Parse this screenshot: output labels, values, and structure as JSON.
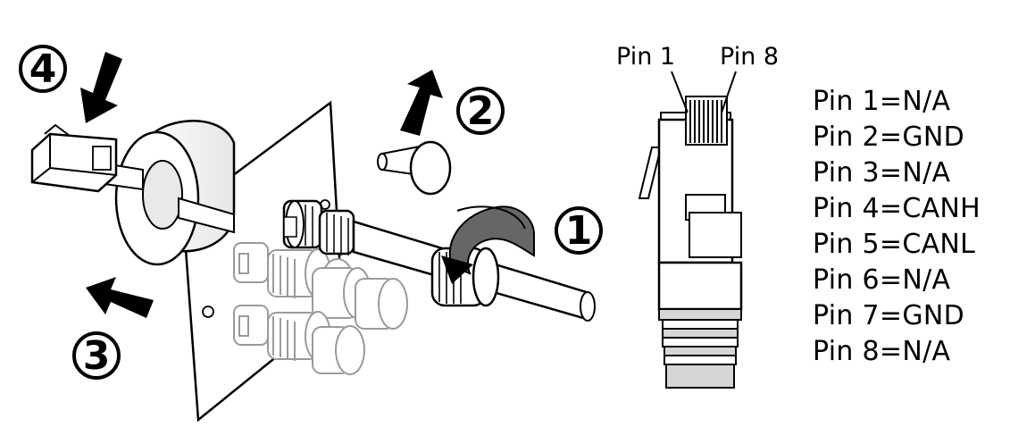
{
  "steps": [
    "1",
    "2",
    "3",
    "4"
  ],
  "pin_header": {
    "left": "Pin 1",
    "right": "Pin 8"
  },
  "pin_assignments": [
    "Pin 1=N/A",
    "Pin 2=GND",
    "Pin 3=N/A",
    "Pin 4=CANH",
    "Pin 5=CANL",
    "Pin 6=N/A",
    "Pin 7=GND",
    "Pin 8=N/A"
  ],
  "colors": {
    "line": "#000000",
    "ghost": "#9a9a9a",
    "shade": "#d6d6d6",
    "fill": "#ffffff",
    "arrow": "#000000"
  }
}
